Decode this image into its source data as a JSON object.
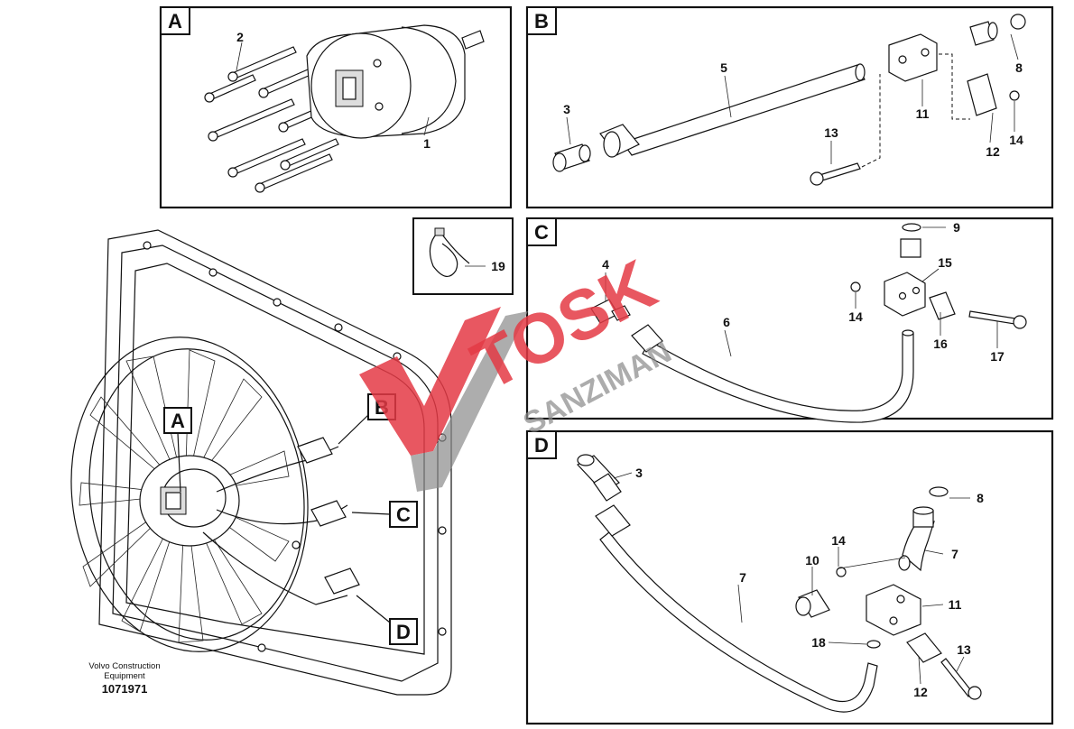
{
  "panels": {
    "A": {
      "tag": "A",
      "callouts": [
        "1",
        "2"
      ]
    },
    "B": {
      "tag": "B",
      "callouts": [
        "3",
        "5",
        "8",
        "11",
        "12",
        "13",
        "14"
      ]
    },
    "C": {
      "tag": "C",
      "callouts": [
        "4",
        "6",
        "9",
        "14",
        "15",
        "16",
        "17"
      ]
    },
    "D": {
      "tag": "D",
      "callouts": [
        "3",
        "7",
        "8",
        "7",
        "10",
        "11",
        "12",
        "13",
        "14",
        "18"
      ]
    },
    "E": {
      "callouts": [
        "19"
      ]
    }
  },
  "overview": {
    "markers": [
      "A",
      "B",
      "C",
      "D"
    ],
    "caption_line1": "Volvo Construction",
    "caption_line2": "Equipment",
    "drawing_number": "1071971"
  },
  "watermark": {
    "brand_top": "TOSK",
    "brand_bottom": "SANZIMAN",
    "colors": {
      "red": "#e43a45",
      "gray": "#8a8a8a"
    }
  }
}
